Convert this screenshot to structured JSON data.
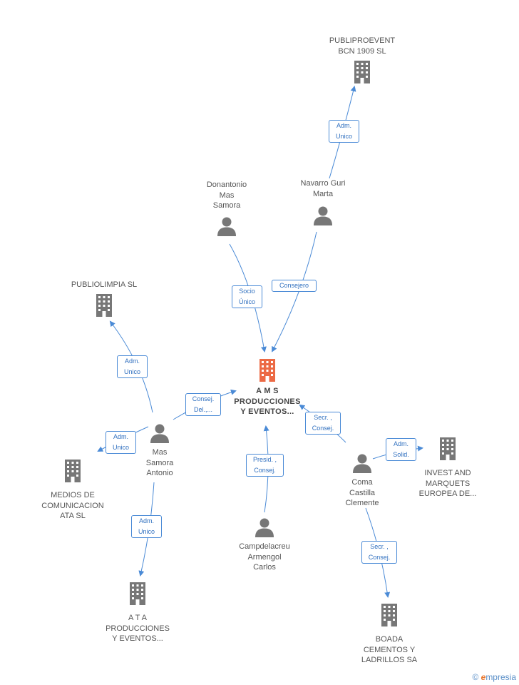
{
  "colors": {
    "edge": "#4a8ad6",
    "company_icon": "#777777",
    "main_icon": "#ec6a45",
    "person_icon": "#777777"
  },
  "nodes": {
    "publiproevent": {
      "label": "PUBLIPROEVENT\nBCN 1909 SL",
      "icon": "building-icon"
    },
    "donantonio": {
      "label": "Donantonio\nMas\nSamora",
      "icon": "person-icon"
    },
    "navarro": {
      "label": "Navarro Guri\nMarta",
      "icon": "person-icon"
    },
    "publiolimpia": {
      "label": "PUBLIOLIMPIA SL",
      "icon": "building-icon"
    },
    "ams": {
      "label": "A M S\nPRODUCCIONES\nY EVENTOS...",
      "icon": "building-icon"
    },
    "mas_samora": {
      "label": "Mas\nSamora\nAntonio",
      "icon": "person-icon"
    },
    "medios": {
      "label": "MEDIOS DE\nCOMUNICACION\nATA SL",
      "icon": "building-icon"
    },
    "coma": {
      "label": "Coma\nCastilla\nClemente",
      "icon": "person-icon"
    },
    "invest": {
      "label": "INVEST AND\nMARQUETS\nEUROPEA DE...",
      "icon": "building-icon"
    },
    "campdelacreu": {
      "label": "Campdelacreu\nArmengol\nCarlos",
      "icon": "person-icon"
    },
    "ata": {
      "label": "A T A\nPRODUCCIONES\nY EVENTOS...",
      "icon": "building-icon"
    },
    "boada": {
      "label": "BOADA\nCEMENTOS Y\nLADRILLOS SA",
      "icon": "building-icon"
    }
  },
  "edges": {
    "navarro_publiproevent": "Adm.\nUnico",
    "donantonio_ams": "Socio\nÚnico",
    "navarro_ams": "Consejero",
    "mas_publiolimpia": "Adm.\nUnico",
    "mas_ams": "Consej.\nDel.,...",
    "mas_medios": "Adm.\nUnico",
    "mas_ata": "Adm.\nUnico",
    "coma_ams": "Secr. ,\nConsej.",
    "coma_invest": "Adm.\nSolid.",
    "campdelacreu_ams": "Presid. ,\nConsej.",
    "coma_boada": "Secr. ,\nConsej."
  },
  "footer": {
    "copyright": "©",
    "brand_first": "e",
    "brand_rest": "mpresia"
  }
}
